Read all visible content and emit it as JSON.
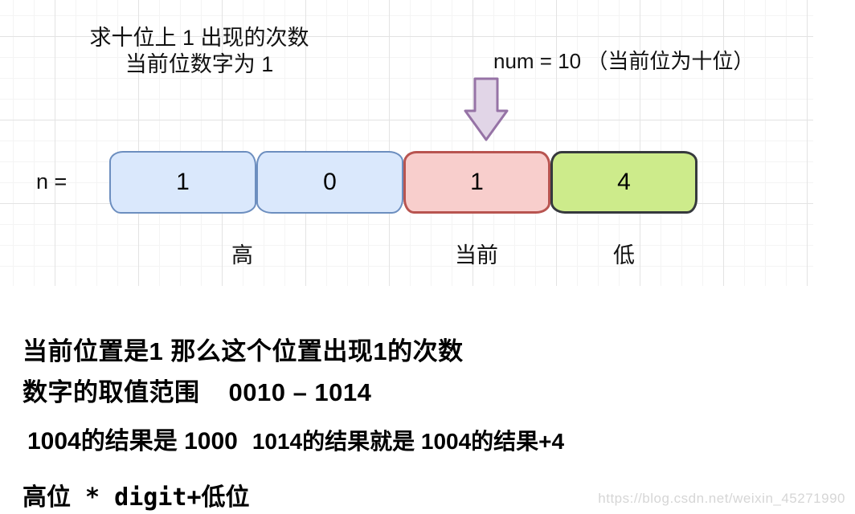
{
  "diagram": {
    "title_line1": "求十位上 1 出现的次数",
    "title_line2": "当前位数字为 1",
    "num_label": "num = 10 （当前位为十位）",
    "n_label": "n =",
    "digit_boxes": [
      {
        "value": "1",
        "role": "high",
        "fill": "#dae8fc",
        "border": "#6c8ebf"
      },
      {
        "value": "0",
        "role": "high",
        "fill": "#dae8fc",
        "border": "#6c8ebf"
      },
      {
        "value": "1",
        "role": "current",
        "fill": "#f8cecc",
        "border": "#b85450"
      },
      {
        "value": "4",
        "role": "low",
        "fill": "#cdeb8b",
        "border": "#36393d"
      }
    ],
    "position_labels": {
      "high": "高",
      "current": "当前",
      "low": "低"
    },
    "arrow": {
      "shape": "block-arrow-down",
      "fill": "#e1d5e7",
      "border": "#9673a6"
    }
  },
  "notes": {
    "line1": "当前位置是1  那么这个位置出现1的次数",
    "line2_label": "数字的取值范围",
    "line2_range": "0010 – 1014",
    "line3_part1": "1004的结果是 1000",
    "line3_part2": "1014的结果就是 1004的结果+4",
    "formula": "高位 * digit+低位"
  },
  "watermark": "https://blog.csdn.net/weixin_45271990"
}
